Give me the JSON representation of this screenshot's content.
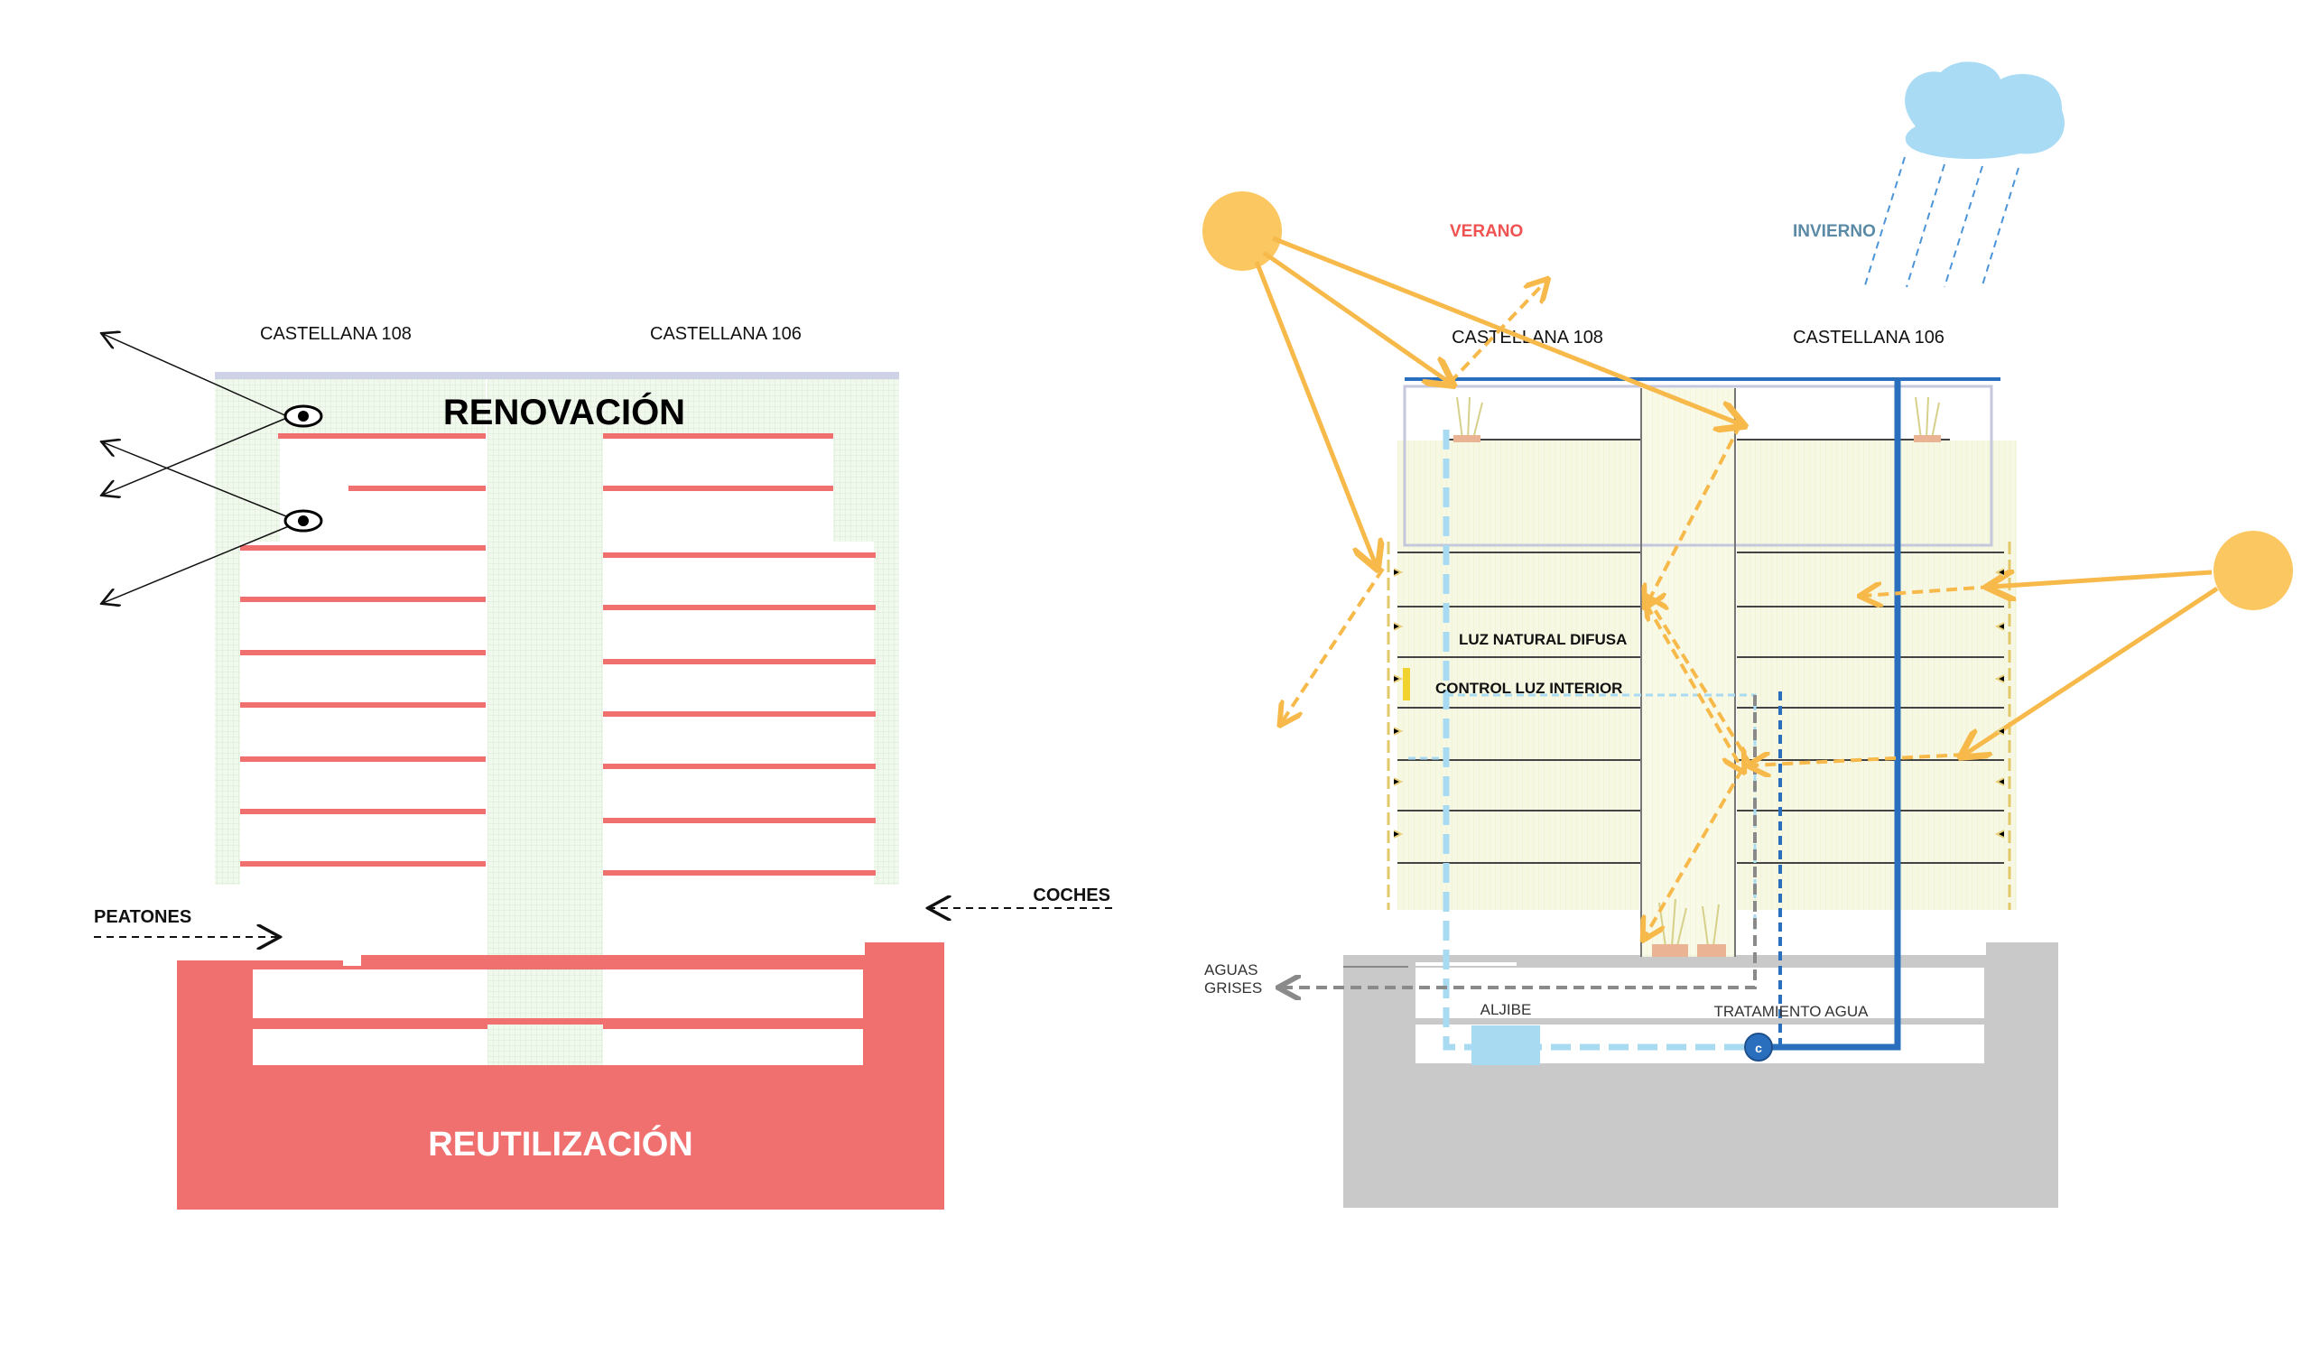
{
  "colors": {
    "red": "#f07070",
    "sun": "#fbc760",
    "sun_line": "#f6b94a",
    "cloud": "#a9dbf5",
    "rain": "#4b94d8",
    "water_blue": "#2a6fbe",
    "light_blue": "#a8daf2",
    "gray": "#c9c9c9",
    "grid_green": "#e4f2e0",
    "pale_yellow": "#f7f8e1",
    "verano": "#f05252",
    "invierno": "#5a8aa5"
  },
  "left": {
    "label_c108": "CASTELLANA 108",
    "label_c106": "CASTELLANA 106",
    "renovacion": "RENOVACIÓN",
    "reutilizacion": "REUTILIZACIÓN",
    "peatones": "PEATONES",
    "coches": "COCHES",
    "icons": [
      "eye-icon",
      "eye-icon",
      "arrow-icon"
    ]
  },
  "right": {
    "verano": "VERANO",
    "invierno": "INVIERNO",
    "label_c108": "CASTELLANA 108",
    "label_c106": "CASTELLANA 106",
    "luz_natural": "LUZ NATURAL DIFUSA",
    "control_luz": "CONTROL LUZ INTERIOR",
    "aguas_line1": "AGUAS",
    "aguas_line2": "GRISES",
    "aljibe": "ALJIBE",
    "tratamiento": "TRATAMIENTO AGUA",
    "pump_letter": "c",
    "icons": [
      "sun-icon",
      "sun-icon",
      "cloud-icon",
      "rain-icon",
      "plant-icon"
    ]
  }
}
